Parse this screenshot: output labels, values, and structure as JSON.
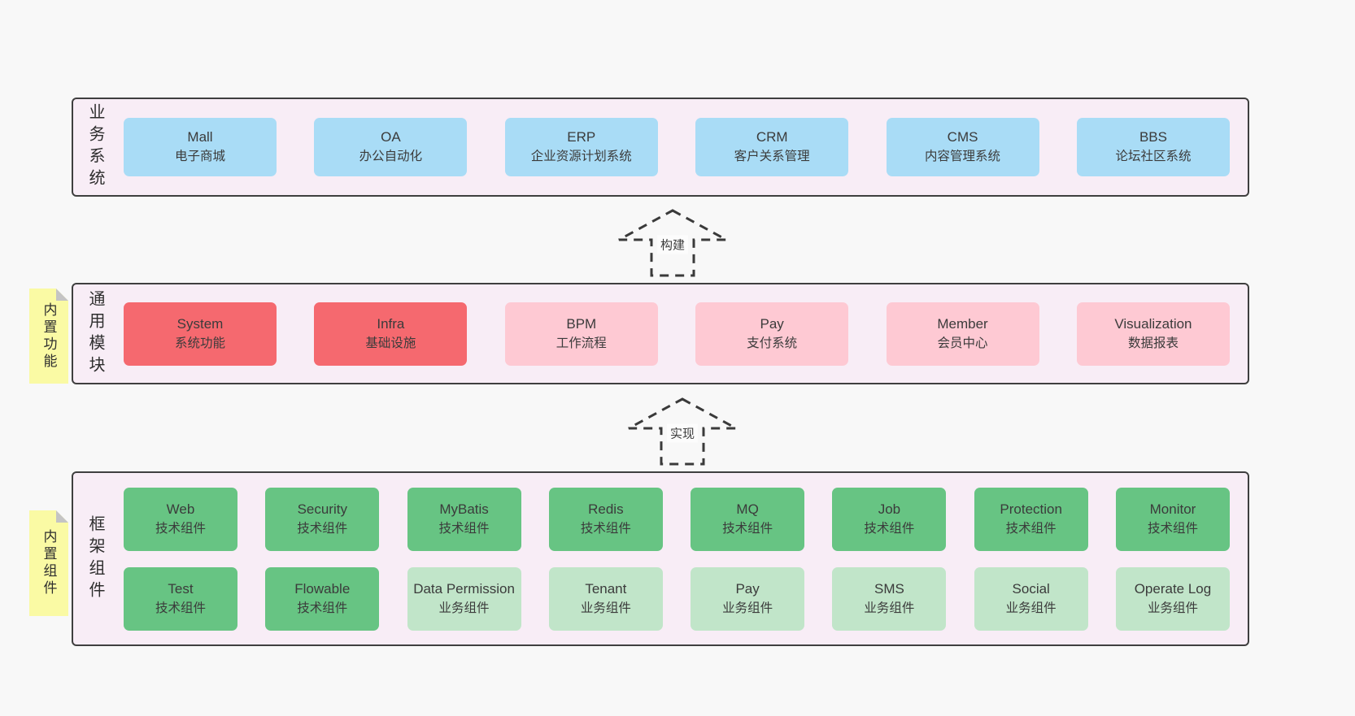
{
  "colors": {
    "page_bg": "#f8f8f8",
    "band_bg": "#f8edf6",
    "band_border": "#3f3f3f",
    "blue_box": "#a9dcf6",
    "red_box": "#f5696f",
    "pink_box": "#fec9d3",
    "green_box": "#67c483",
    "light_green_box": "#c1e5c9",
    "sticky_note": "#fafaa4",
    "note_fold": "#c4c4c4",
    "text": "#3b3b3b",
    "arrow_stroke": "#3a3a3a"
  },
  "arrows": [
    {
      "label": "构建"
    },
    {
      "label": "实现"
    }
  ],
  "bands": {
    "business": {
      "label": "业务系统",
      "boxes": [
        {
          "title": "Mall",
          "subtitle": "电子商城",
          "variant": "blue"
        },
        {
          "title": "OA",
          "subtitle": "办公自动化",
          "variant": "blue"
        },
        {
          "title": "ERP",
          "subtitle": "企业资源计划系统",
          "variant": "blue"
        },
        {
          "title": "CRM",
          "subtitle": "客户关系管理",
          "variant": "blue"
        },
        {
          "title": "CMS",
          "subtitle": "内容管理系统",
          "variant": "blue"
        },
        {
          "title": "BBS",
          "subtitle": "论坛社区系统",
          "variant": "blue"
        }
      ]
    },
    "modules": {
      "label": "通用模块",
      "note": "内置功能",
      "boxes": [
        {
          "title": "System",
          "subtitle": "系统功能",
          "variant": "red"
        },
        {
          "title": "Infra",
          "subtitle": "基础设施",
          "variant": "red"
        },
        {
          "title": "BPM",
          "subtitle": "工作流程",
          "variant": "pink"
        },
        {
          "title": "Pay",
          "subtitle": "支付系统",
          "variant": "pink"
        },
        {
          "title": "Member",
          "subtitle": "会员中心",
          "variant": "pink"
        },
        {
          "title": "Visualization",
          "subtitle": "数据报表",
          "variant": "pink"
        }
      ]
    },
    "framework": {
      "label": "框架组件",
      "note": "内置组件",
      "rows": [
        [
          {
            "title": "Web",
            "subtitle": "技术组件",
            "variant": "green"
          },
          {
            "title": "Security",
            "subtitle": "技术组件",
            "variant": "green"
          },
          {
            "title": "MyBatis",
            "subtitle": "技术组件",
            "variant": "green"
          },
          {
            "title": "Redis",
            "subtitle": "技术组件",
            "variant": "green"
          },
          {
            "title": "MQ",
            "subtitle": "技术组件",
            "variant": "green"
          },
          {
            "title": "Job",
            "subtitle": "技术组件",
            "variant": "green"
          },
          {
            "title": "Protection",
            "subtitle": "技术组件",
            "variant": "green"
          },
          {
            "title": "Monitor",
            "subtitle": "技术组件",
            "variant": "green"
          }
        ],
        [
          {
            "title": "Test",
            "subtitle": "技术组件",
            "variant": "green"
          },
          {
            "title": "Flowable",
            "subtitle": "技术组件",
            "variant": "green"
          },
          {
            "title": "Data Permission",
            "subtitle": "业务组件",
            "variant": "green-light"
          },
          {
            "title": "Tenant",
            "subtitle": "业务组件",
            "variant": "green-light"
          },
          {
            "title": "Pay",
            "subtitle": "业务组件",
            "variant": "green-light"
          },
          {
            "title": "SMS",
            "subtitle": "业务组件",
            "variant": "green-light"
          },
          {
            "title": "Social",
            "subtitle": "业务组件",
            "variant": "green-light"
          },
          {
            "title": "Operate Log",
            "subtitle": "业务组件",
            "variant": "green-light"
          }
        ]
      ]
    }
  }
}
